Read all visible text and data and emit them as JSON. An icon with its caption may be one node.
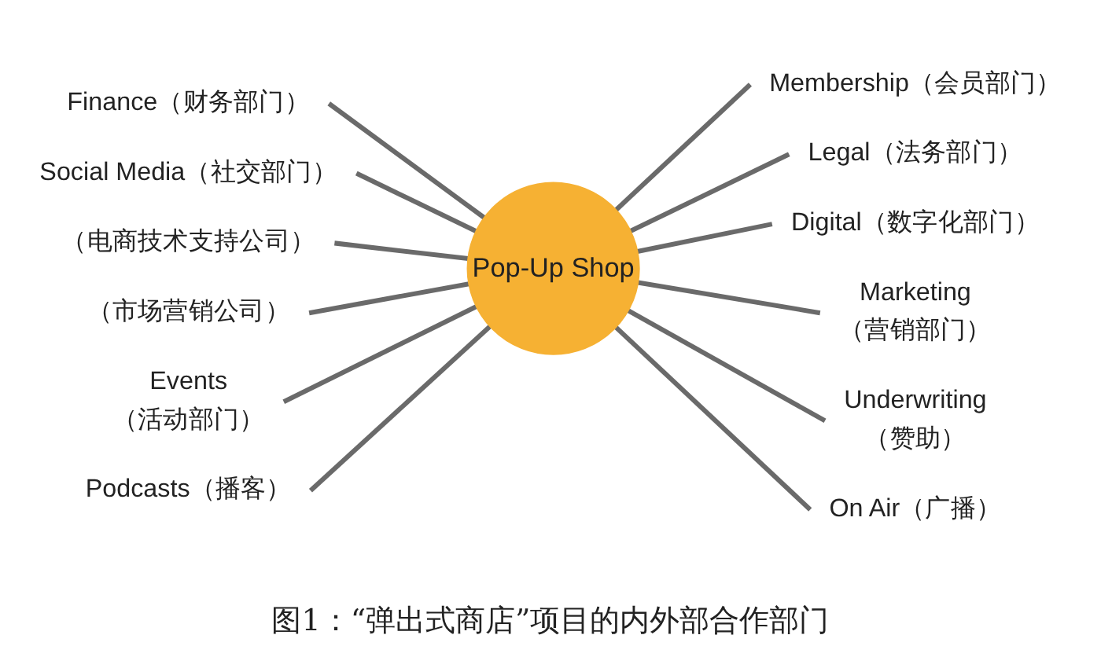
{
  "diagram": {
    "caption": "图1：“弹出式商店”项目的内外部合作部门",
    "nodes": [
      {
        "text": [
          "Pop-Up Shop"
        ]
      },
      {
        "text": [
          "Finance（财务部门）"
        ]
      },
      {
        "text": [
          "Social Media（社交部门）"
        ]
      },
      {
        "text": [
          "（电商技术支持公司）"
        ]
      },
      {
        "text": [
          "（市场营销公司）"
        ]
      },
      {
        "text": [
          "Events",
          "（活动部门）"
        ]
      },
      {
        "text": [
          "Podcasts（播客）"
        ]
      },
      {
        "text": [
          "Membership（会员部门）"
        ]
      },
      {
        "text": [
          "Legal（法务部门）"
        ]
      },
      {
        "text": [
          "Digital（数字化部门）"
        ]
      },
      {
        "text": [
          "Marketing",
          "（营销部门）"
        ]
      },
      {
        "text": [
          "Underwriting",
          "（赞助）"
        ]
      },
      {
        "text": [
          "On Air（广播）"
        ]
      }
    ],
    "edges": [
      {
        "from": 1,
        "to": 0,
        "arrow": "none"
      },
      {
        "from": 2,
        "to": 0,
        "arrow": "none"
      },
      {
        "from": 3,
        "to": 0,
        "arrow": "none"
      },
      {
        "from": 4,
        "to": 0,
        "arrow": "none"
      },
      {
        "from": 5,
        "to": 0,
        "arrow": "none"
      },
      {
        "from": 6,
        "to": 0,
        "arrow": "none"
      },
      {
        "from": 0,
        "to": 7,
        "arrow": "none"
      },
      {
        "from": 0,
        "to": 8,
        "arrow": "none"
      },
      {
        "from": 0,
        "to": 9,
        "arrow": "none"
      },
      {
        "from": 0,
        "to": 10,
        "arrow": "none"
      },
      {
        "from": 0,
        "to": 11,
        "arrow": "none"
      },
      {
        "from": 0,
        "to": 12,
        "arrow": "none"
      }
    ]
  }
}
